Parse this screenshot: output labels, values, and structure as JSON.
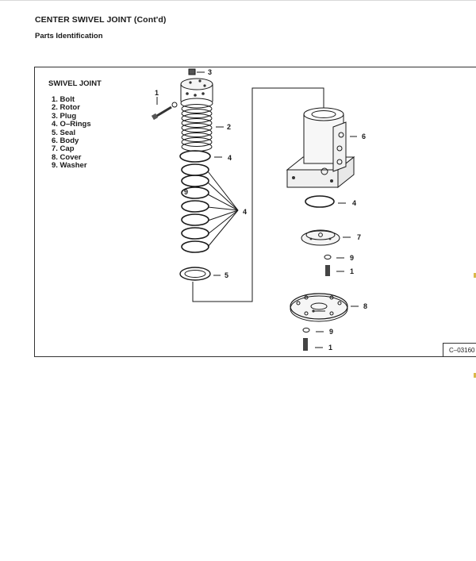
{
  "header": {
    "title": "CENTER SWIVEL JOINT (Cont'd)",
    "subtitle": "Parts Identification"
  },
  "figure": {
    "legend_title": "SWIVEL JOINT",
    "legend": [
      "1.  Bolt",
      "2.  Rotor",
      "3.  Plug",
      "4.  O–Rings",
      "5.  Seal",
      "6.  Body",
      "7.  Cap",
      "8.  Cover",
      "9.  Washer"
    ],
    "callouts": {
      "plug": "3",
      "bolt_left": "1",
      "rotor": "2",
      "o_ring_top": "4",
      "o_rings_group": "4",
      "washer_rotor": "9",
      "seal": "5",
      "body": "6",
      "o_ring_body": "4",
      "cap": "7",
      "washer_cap": "9",
      "bolt_cap": "1",
      "cover": "8",
      "washer_cover": "9",
      "bolt_cover": "1"
    },
    "figure_code": "C–03160"
  }
}
